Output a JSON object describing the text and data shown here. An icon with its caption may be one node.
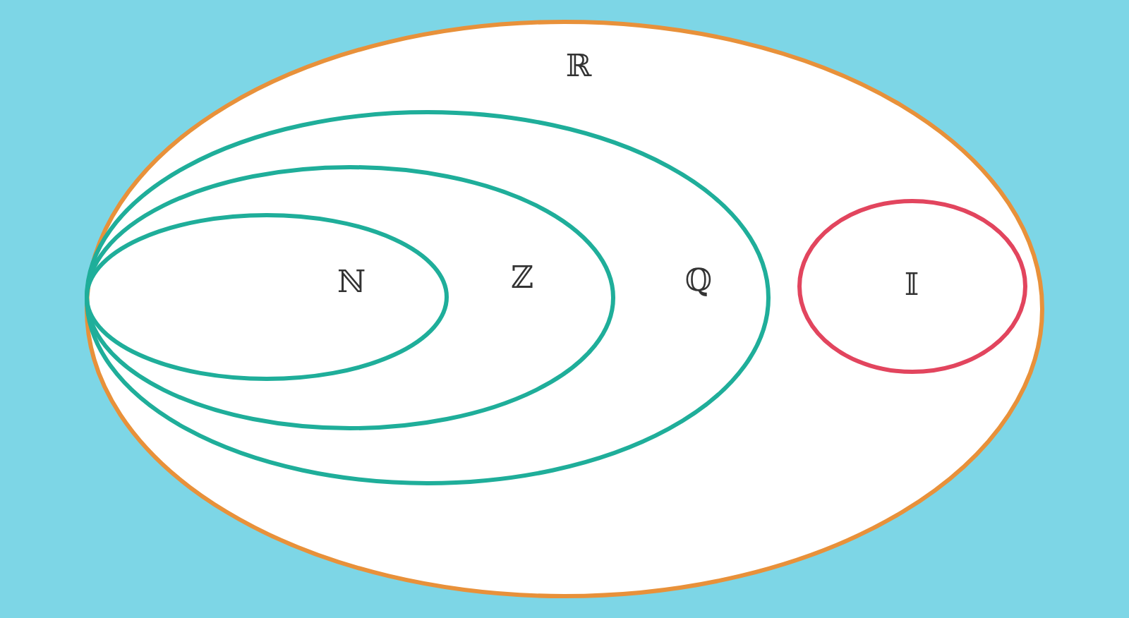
{
  "diagram": {
    "nodes": [
      {
        "text": [
          "ℝ"
        ]
      },
      {
        "text": [
          "ℚ"
        ],
        "in": 0
      },
      {
        "text": [
          "ℤ"
        ],
        "in": 1
      },
      {
        "text": [
          "ℕ"
        ],
        "in": 2
      },
      {
        "text": [
          "𝕀"
        ],
        "in": 0
      }
    ]
  }
}
